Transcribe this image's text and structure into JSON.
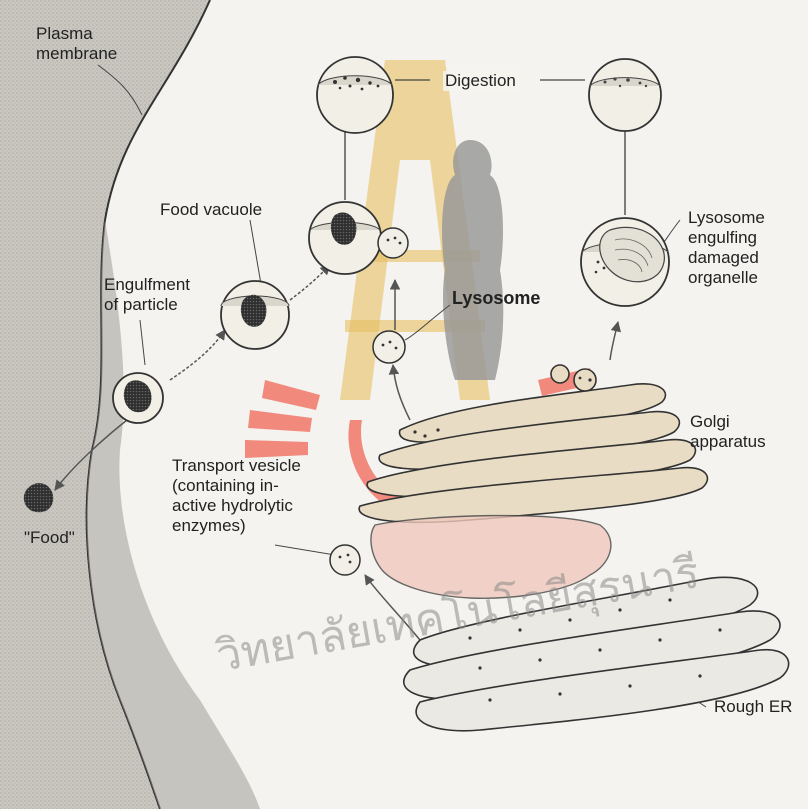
{
  "labels": {
    "plasma_membrane": "Plasma\nmembrane",
    "food_vacuole": "Food vacuole",
    "engulfment": "Engulfment\nof particle",
    "food": "\"Food\"",
    "digestion": "Digestion",
    "lysosome": "Lysosome",
    "lysosome_engulfing": "Lysosome\nengulfing\ndamaged\norganelle",
    "golgi": "Golgi\napparatus",
    "transport_vesicle": "Transport vesicle\n(containing in-\nactive hydrolytic\nenzymes)",
    "rough_er": "Rough ER"
  },
  "watermark": {
    "text": "วิทยาลัยเทคโนโลยีสุรนารี",
    "colors": {
      "tower": "#e2b64a",
      "rays": "#ef6a5a",
      "silhouette": "#8a8a8a"
    }
  },
  "colors": {
    "cytoplasm": "#cfcdc6",
    "background": "#f4f3ef",
    "ink": "#222222",
    "organelle_fill": "#f1efe6",
    "golgi_fill": "#e9dcc4",
    "er_fill": "#ebe9e3"
  }
}
